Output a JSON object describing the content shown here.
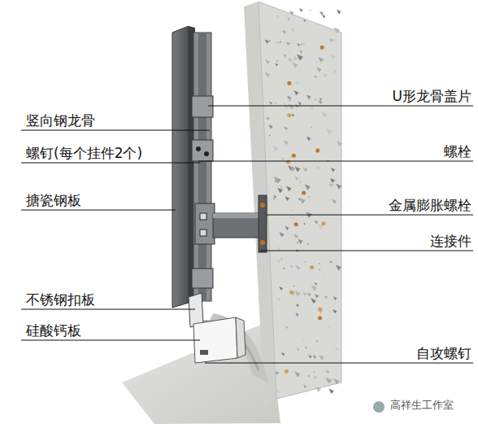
{
  "diagram": {
    "labels": [
      "竖向钢龙骨",
      "螺钉(每个挂件2个)",
      "搪瓷钢板",
      "不锈钢扣板",
      "硅酸钙板",
      "U形龙骨盖片",
      "螺栓",
      "金属膨胀螺栓",
      "连接件",
      "自攻螺钉",
      "高祥生工作室"
    ]
  }
}
